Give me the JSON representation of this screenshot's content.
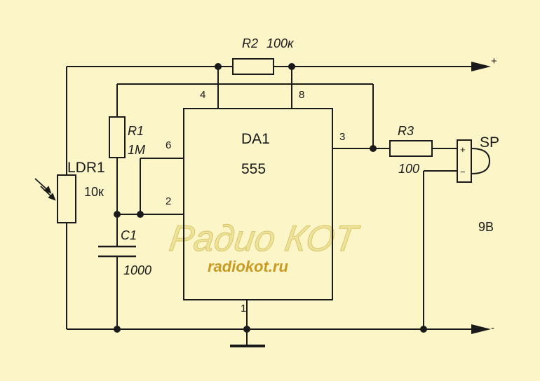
{
  "diagram": {
    "components": {
      "r2": {
        "ref": "R2",
        "value": "100к"
      },
      "r1": {
        "ref": "R1",
        "value": "1M"
      },
      "r3": {
        "ref": "R3",
        "value": "100"
      },
      "ldr1": {
        "ref": "LDR1",
        "value": "10к"
      },
      "c1": {
        "ref": "C1",
        "value": "1000"
      },
      "da1": {
        "ref": "DA1",
        "value": "555"
      },
      "sp": {
        "ref": "SP"
      }
    },
    "pins": {
      "p4": "4",
      "p8": "8",
      "p6": "6",
      "p2": "2",
      "p3": "3",
      "p1": "1"
    },
    "supply": {
      "plus": "+",
      "minus": "-",
      "voltage": "9В"
    },
    "speaker_marks": {
      "plus": "+",
      "minus": "−"
    },
    "watermark": {
      "title": "Радио КОТ",
      "site": "radiokot.ru"
    },
    "colors": {
      "background": "#fbf5c8",
      "wire": "#1a1a1a",
      "accent": "#c0392b"
    }
  }
}
